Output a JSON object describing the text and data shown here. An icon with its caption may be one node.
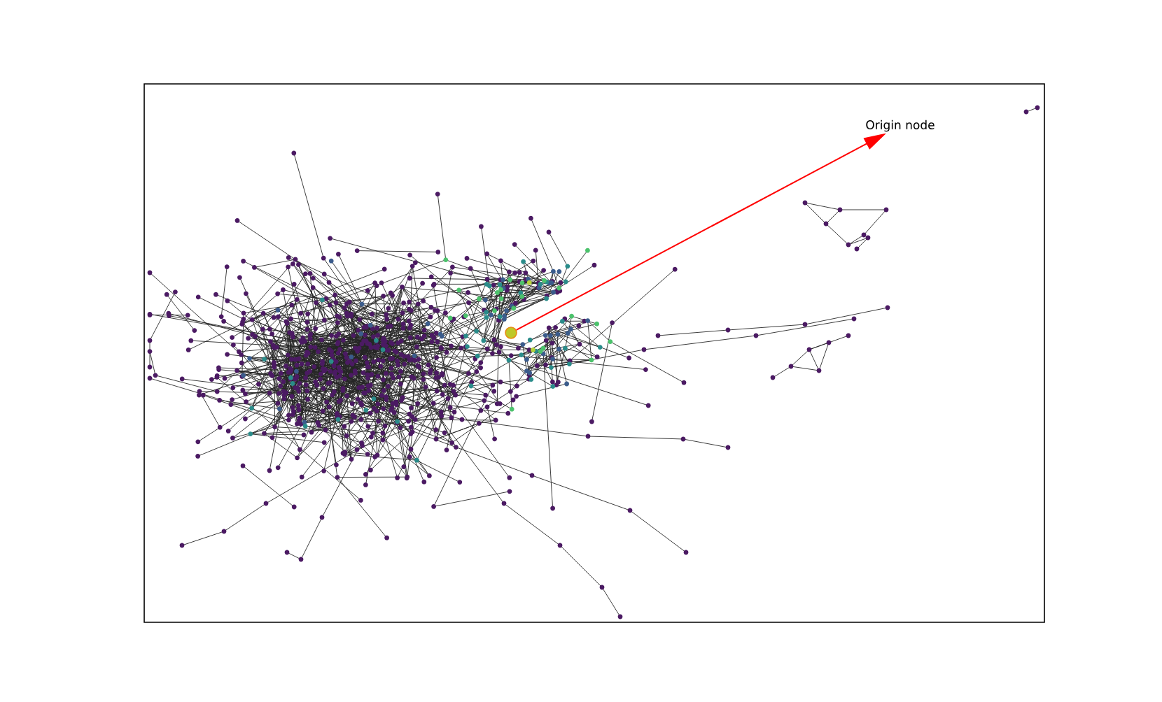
{
  "diagram": {
    "nodes": [
      {
        "text": [
          "Origin node"
        ]
      },
      {
        "text": [],
        "shape": "circle"
      }
    ],
    "edges": [
      {
        "from": 1,
        "to": 0,
        "arrow": "to",
        "color": "#ff0000"
      }
    ]
  }
}
